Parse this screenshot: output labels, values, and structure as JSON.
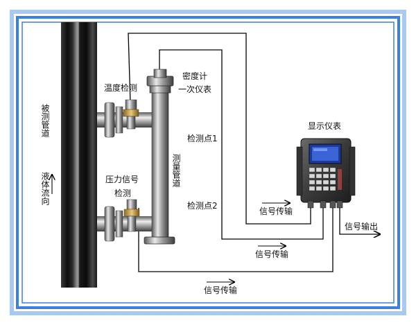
{
  "labels": {
    "measured_pipe": "被测管道",
    "flow_direction": "液体流向",
    "temp_detect": "温度检测",
    "pressure_signal": "压力信号",
    "pressure_detect": "检测",
    "density_meter_line1": "密度计",
    "density_meter_line2": "一次仪表",
    "detect_point_1": "检测点1",
    "detect_point_2": "检测点2",
    "measure_pipe": "测量管道",
    "display_instrument": "显示仪表",
    "signal_transfer_1": "信号传输",
    "signal_transfer_2": "信号传输",
    "signal_transfer_3": "信号传输",
    "signal_output": "信号输出"
  },
  "colors": {
    "frame_blue": "#3d7fdc",
    "frame_light": "#a9c9f2",
    "pipe_dark": "#1a1a1a",
    "steel": "#8a8a8a",
    "screen_blue": "#3a63d6",
    "wire": "#000000"
  }
}
